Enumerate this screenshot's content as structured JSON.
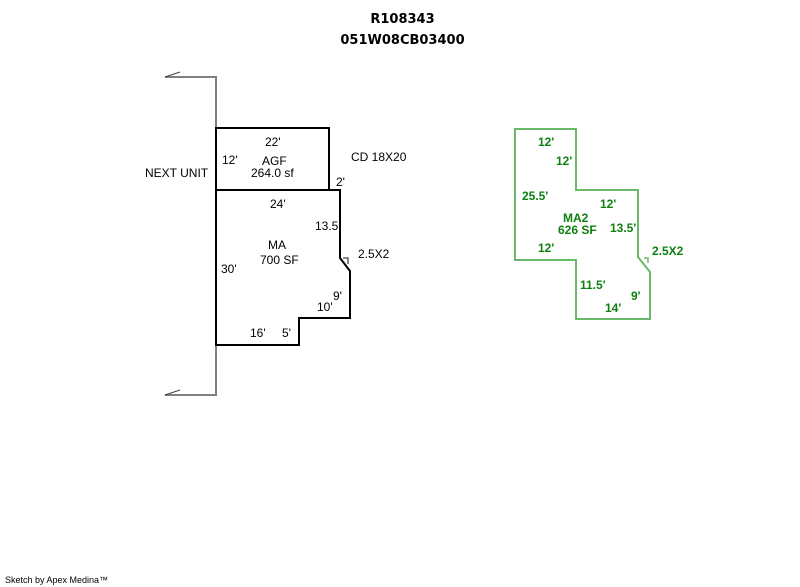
{
  "header": {
    "account_id": "R108343",
    "map_tax_lot": "051W08CB03400"
  },
  "sketch_left": {
    "adjacent_label": "NEXT UNIT",
    "cd_label": "CD 18X20",
    "agf": {
      "name": "AGF",
      "area": "264.0 sf",
      "dims": {
        "top": "22'",
        "left": "12'",
        "right": "2'"
      }
    },
    "ma": {
      "name": "MA",
      "area": "700 SF",
      "dims": {
        "top": "24'",
        "right_upper": "13.5'",
        "left": "30'",
        "right_lower": "9'",
        "bottom_right": "10'",
        "bottom": "16'",
        "step": "5'"
      },
      "corner_note": "2.5X2"
    }
  },
  "sketch_right": {
    "color": "#108010",
    "line_color": "#6ab86a",
    "ma2": {
      "name": "MA2",
      "area": "626 SF",
      "dims": {
        "top": "12'",
        "upper_right": "12'",
        "left": "25.5'",
        "mid_top": "12'",
        "right_upper": "13.5'",
        "left_bottom": "12'",
        "lower_left": "11.5'",
        "right_lower": "9'",
        "bottom": "14'"
      },
      "corner_note": "2.5X2"
    }
  },
  "footer": {
    "credit": "Sketch by Apex Medina™"
  }
}
